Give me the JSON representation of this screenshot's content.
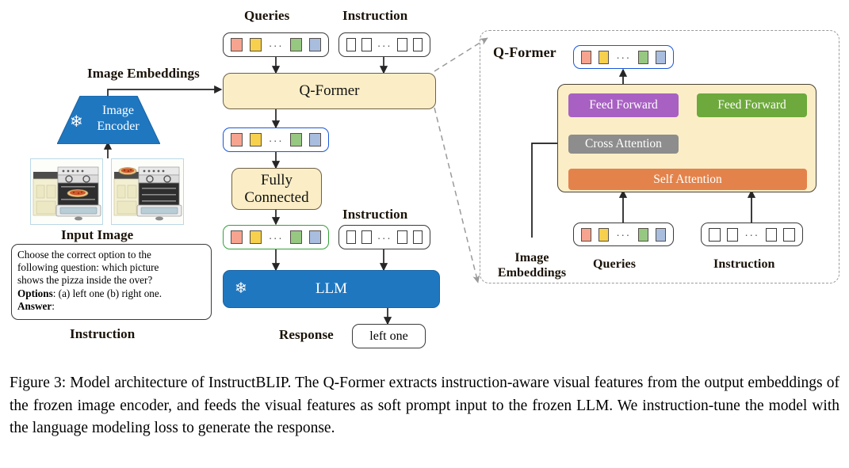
{
  "figure": {
    "number": "Figure 3",
    "caption": "Figure 3: Model architecture of InstructBLIP. The Q-Former extracts instruction-aware visual features from the output embeddings of the frozen image encoder, and feeds the visual features as soft prompt input to the frozen LLM. We instruction-tune the model with the language modeling loss to generate the response."
  },
  "left_pipeline": {
    "queries_label": "Queries",
    "instruction_top_label": "Instruction",
    "image_embeddings_label": "Image Embeddings",
    "image_encoder_label_line1": "Image",
    "image_encoder_label_line2": "Encoder",
    "input_image_label": "Input Image",
    "qformer_label": "Q-Former",
    "fully_connected_line1": "Fully",
    "fully_connected_line2": "Connected",
    "instruction_mid_label": "Instruction",
    "llm_label": "LLM",
    "response_label": "Response",
    "response_value": "left one",
    "instruction_caption": "Instruction",
    "dots": "···"
  },
  "prompt_card": {
    "line1": "Choose the correct option to the",
    "line2": "following question: which picture",
    "line3": "shows the pizza inside the over?",
    "options_key": "Options",
    "options_value": ": (a) left one (b) right one.",
    "answer_key": "Answer",
    "answer_value": ":"
  },
  "right_panel": {
    "title": "Q-Former",
    "feed_forward_left": "Feed Forward",
    "feed_forward_right": "Feed Forward",
    "cross_attention": "Cross Attention",
    "self_attention": "Self Attention",
    "image_embeddings_line1": "Image",
    "image_embeddings_line2": "Embeddings",
    "queries_label": "Queries",
    "instruction_label": "Instruction",
    "dots": "···"
  },
  "colors": {
    "token_red": "#f6a490",
    "token_yellow": "#f7d14e",
    "token_green": "#97c882",
    "token_blue": "#a9bedf",
    "tan_fill": "#fbeec6",
    "encoder_blue": "#1f77c0",
    "llm_blue": "#1f77c0",
    "feed_forward_purple": "#a861c2",
    "feed_forward_green": "#6da93c",
    "cross_attention_gray": "#8d8d8d",
    "self_attention_orange": "#e3834b",
    "blue_outline": "#1a57d6",
    "green_outline": "#35a03a",
    "dashed_gray": "#9a9a9a"
  },
  "icons": {
    "snowflake": "❄"
  }
}
